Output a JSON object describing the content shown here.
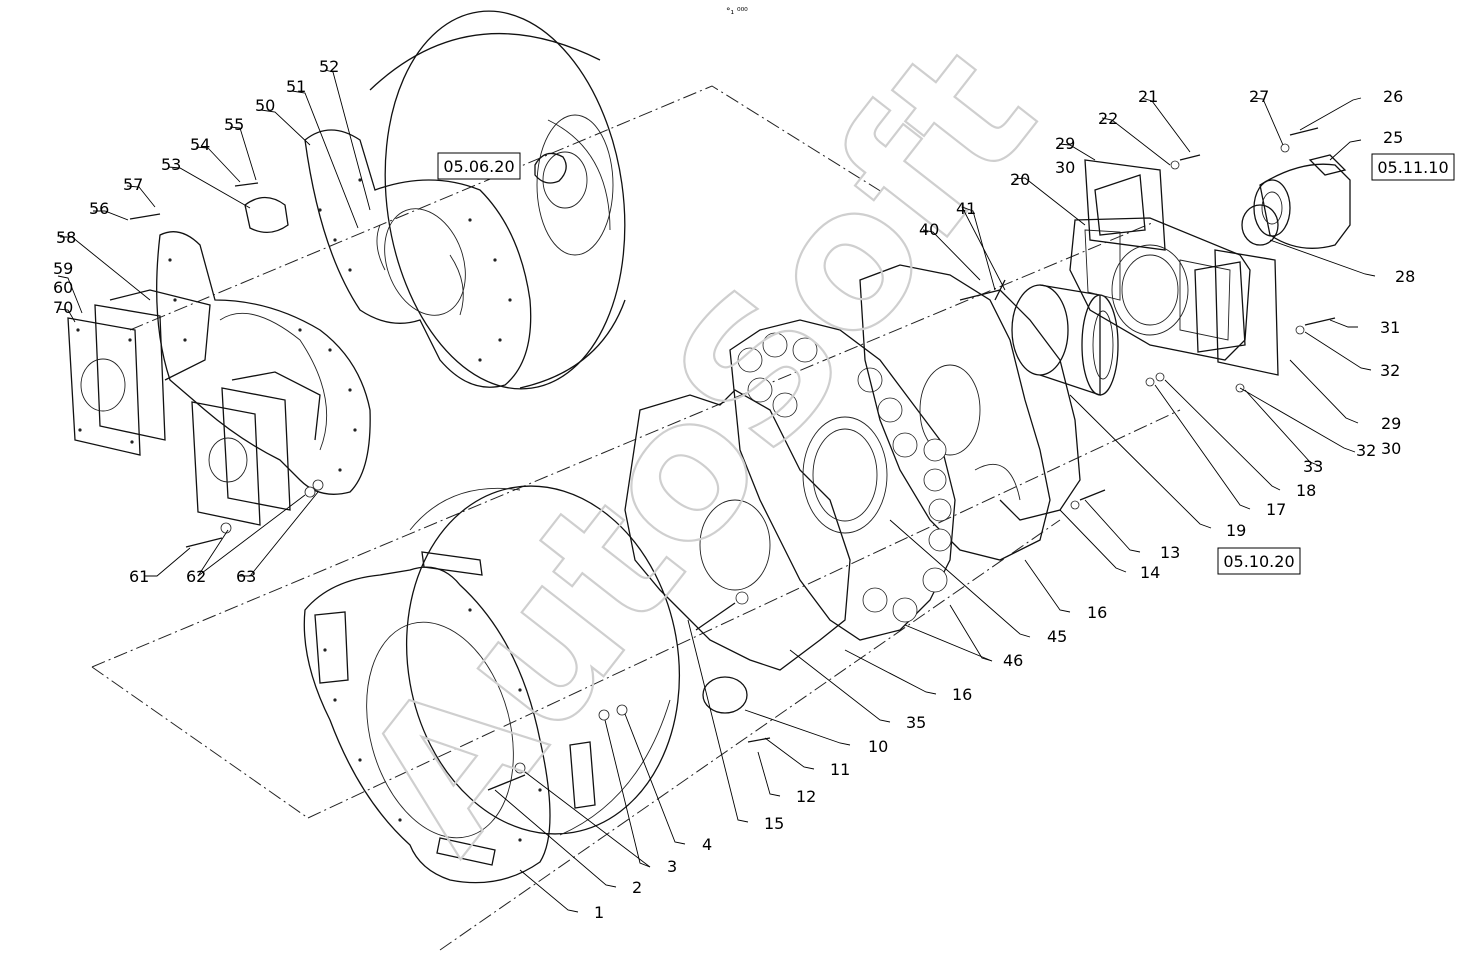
{
  "header_mark": "°₁ ⁰⁰⁰",
  "watermark": "AutoSoft",
  "references": [
    "05.06.20",
    "05.11.10",
    "05.10.20"
  ],
  "part_labels": [
    "52",
    "51",
    "50",
    "55",
    "54",
    "53",
    "57",
    "56",
    "58",
    "59",
    "60",
    "70",
    "61",
    "62",
    "63",
    "21",
    "22",
    "29",
    "30",
    "20",
    "27",
    "26",
    "25",
    "41",
    "40",
    "28",
    "31",
    "32",
    "29",
    "30",
    "33",
    "32",
    "18",
    "17",
    "19",
    "13",
    "14",
    "16",
    "45",
    "46",
    "16",
    "35",
    "10",
    "11",
    "12",
    "15",
    "4",
    "3",
    "2",
    "1"
  ]
}
